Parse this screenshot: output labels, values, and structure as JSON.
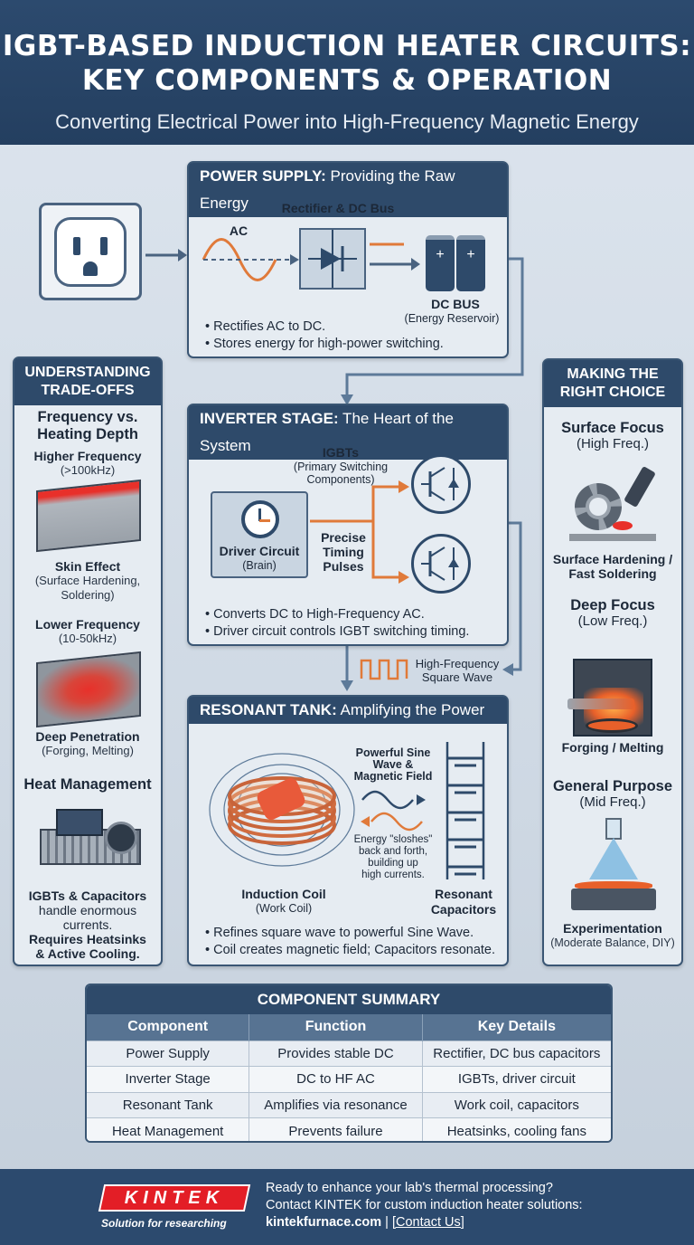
{
  "header": {
    "title_line1": "IGBT-BASED INDUCTION HEATER CIRCUITS:",
    "title_line2": "KEY COMPONENTS & OPERATION",
    "subtitle": "Converting Electrical Power into High-Frequency Magnetic Energy"
  },
  "power_supply": {
    "title_bold": "POWER SUPPLY:",
    "title_rest": " Providing the Raw Energy",
    "rectifier_label": "Rectifier & DC Bus",
    "ac_label": "AC",
    "dc_bus_label": "DC BUS",
    "dc_bus_sub": "(Energy Reservoir)",
    "bullets": [
      "• Rectifies AC to DC.",
      "• Stores energy for high-power switching."
    ]
  },
  "inverter": {
    "title_bold": "INVERTER STAGE:",
    "title_rest": " The Heart of the System",
    "igbts_label": "IGBTs",
    "igbts_sub_1": "(Primary Switching",
    "igbts_sub_2": "Components)",
    "driver_label": "Driver Circuit",
    "driver_sub": "(Brain)",
    "timing_1": "Precise",
    "timing_2": "Timing",
    "timing_3": "Pulses",
    "bullets": [
      "• Converts DC to High-Frequency AC.",
      "• Driver circuit controls IGBT switching timing."
    ],
    "square_wave_1": "High-Frequency",
    "square_wave_2": "Square Wave"
  },
  "resonant": {
    "title_bold": "RESONANT TANK:",
    "title_rest": " Amplifying the Power",
    "sine_1": "Powerful Sine",
    "sine_2": "Wave &",
    "sine_3": "Magnetic Field",
    "slosh_1": "Energy \"sloshes\"",
    "slosh_2": "back and forth,",
    "slosh_3": "building up",
    "slosh_4": "high currents.",
    "coil_label": "Induction Coil",
    "coil_sub": "(Work Coil)",
    "cap_label_1": "Resonant",
    "cap_label_2": "Capacitors",
    "bullets": [
      "• Refines square wave to powerful Sine Wave.",
      "• Coil creates magnetic field; Capacitors resonate."
    ]
  },
  "tradeoffs": {
    "title_1": "UNDERSTANDING",
    "title_2": "TRADE-OFFS",
    "freq_head_1": "Frequency vs.",
    "freq_head_2": "Heating Depth",
    "high_freq": "Higher Frequency",
    "high_freq_val": "(>100kHz)",
    "skin": "Skin Effect",
    "skin_sub_1": "(Surface Hardening,",
    "skin_sub_2": "Soldering)",
    "low_freq": "Lower Frequency",
    "low_freq_val": "(10-50kHz)",
    "deep": "Deep Penetration",
    "deep_sub": "(Forging, Melting)",
    "heat_head": "Heat Management",
    "heat_1": "IGBTs & Capacitors",
    "heat_2": "handle enormous",
    "heat_3": "currents.",
    "heat_4": "Requires Heatsinks",
    "heat_5": "& Active Cooling."
  },
  "choice": {
    "title_1": "MAKING THE",
    "title_2": "RIGHT CHOICE",
    "surface_head": "Surface Focus",
    "surface_freq": "(High Freq.)",
    "surface_use_1": "Surface Hardening /",
    "surface_use_2": "Fast Soldering",
    "deep_head": "Deep Focus",
    "deep_freq": "(Low Freq.)",
    "deep_use": "Forging / Melting",
    "general_head": "General Purpose",
    "general_freq": "(Mid Freq.)",
    "general_use": "Experimentation",
    "general_sub": "(Moderate Balance, DIY)"
  },
  "summary": {
    "title": "COMPONENT SUMMARY",
    "headers": [
      "Component",
      "Function",
      "Key Details"
    ],
    "rows": [
      [
        "Power Supply",
        "Provides stable DC",
        "Rectifier, DC bus capacitors"
      ],
      [
        "Inverter Stage",
        "DC to HF AC",
        "IGBTs, driver circuit"
      ],
      [
        "Resonant Tank",
        "Amplifies via resonance",
        "Work coil, capacitors"
      ],
      [
        "Heat Management",
        "Prevents failure",
        "Heatsinks, cooling fans"
      ]
    ]
  },
  "footer": {
    "logo": "KINTEK",
    "tagline": "Solution for researching",
    "line1": "Ready to enhance your lab's thermal processing?",
    "line2": "Contact KINTEK for custom induction heater solutions:",
    "site": "kintekfurnace.com",
    "sep": " | ",
    "contact": "[Contact Us]"
  },
  "colors": {
    "header_bg": "#2c4a6e",
    "panel_title": "#2e4a6a",
    "accent_orange": "#e07a3a",
    "heat_red": "#e8302a",
    "logo_red": "#e31e26"
  }
}
